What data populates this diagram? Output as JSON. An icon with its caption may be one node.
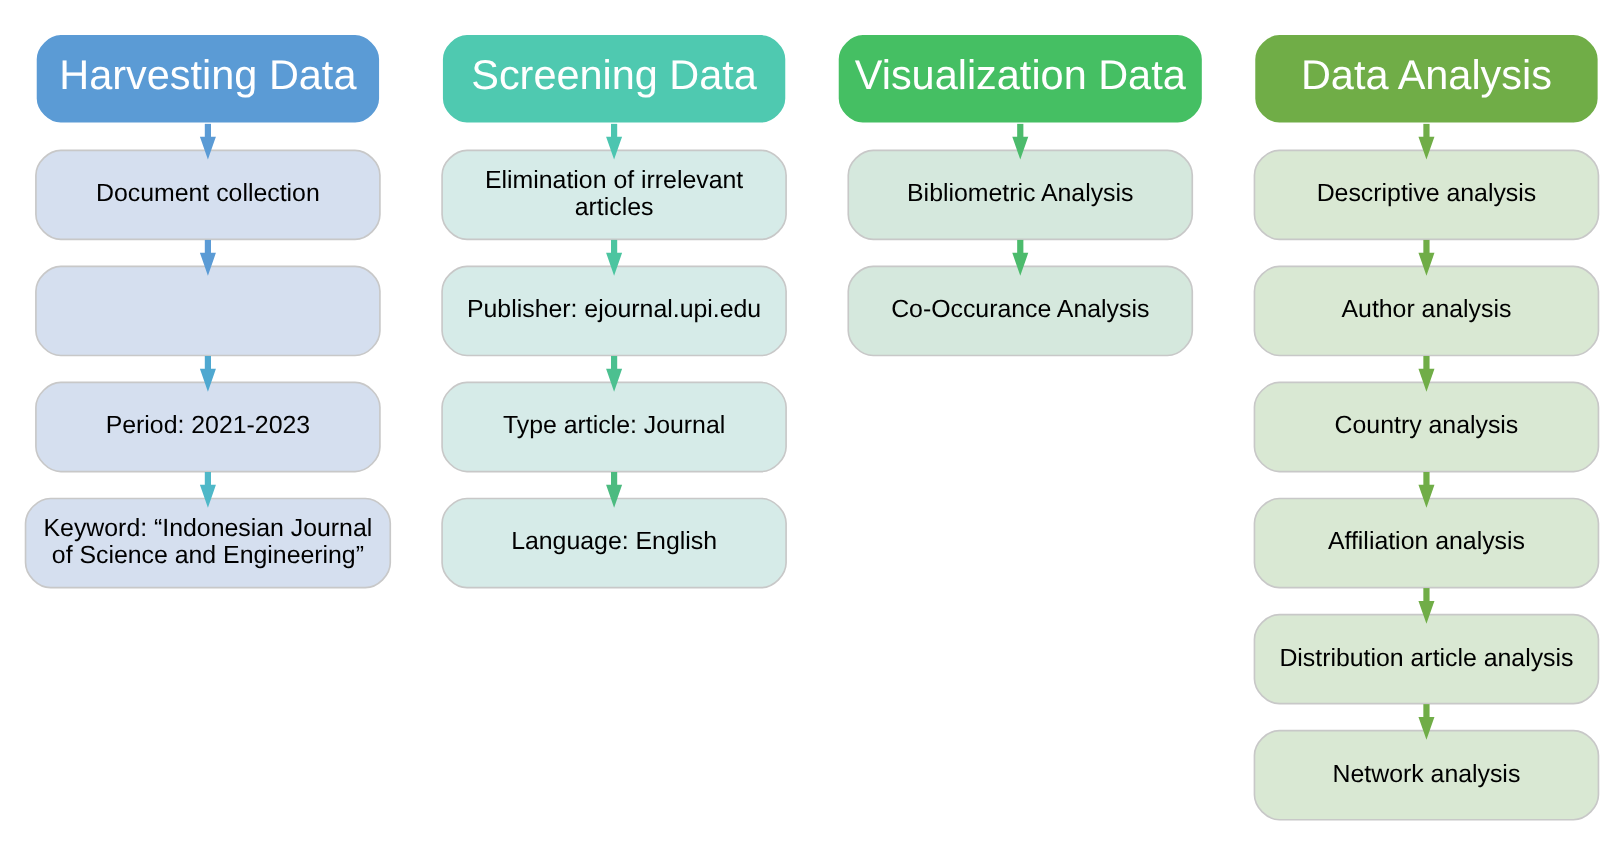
{
  "diagram": {
    "nodes": [
      {
        "text": [
          "Harvesting Data"
        ]
      },
      {
        "text": [
          "Document collection"
        ]
      },
      {
        "text": [],
        "shape": "box"
      },
      {
        "text": [
          "Period: 2021-2023"
        ]
      },
      {
        "text": [
          "Keyword: “Indonesian Journal of Science and Engineering”"
        ]
      },
      {
        "text": [
          "Screening Data"
        ]
      },
      {
        "text": [
          "Elimination of irrelevant articles"
        ]
      },
      {
        "text": [
          "Publisher: ejournal.upi.edu"
        ]
      },
      {
        "text": [
          "Type article: Journal"
        ]
      },
      {
        "text": [
          "Language: English"
        ]
      },
      {
        "text": [
          "Visualization Data"
        ]
      },
      {
        "text": [
          "Bibliometric Analysis"
        ]
      },
      {
        "text": [
          "Co-Occurance Analysis"
        ]
      },
      {
        "text": [
          "Data Analysis"
        ]
      },
      {
        "text": [
          "Descriptive analysis"
        ]
      },
      {
        "text": [
          "Author analysis"
        ]
      },
      {
        "text": [
          "Country analysis"
        ]
      },
      {
        "text": [
          "Affiliation analysis"
        ]
      },
      {
        "text": [
          "Distribution article analysis"
        ]
      },
      {
        "text": [
          "Network analysis"
        ]
      }
    ],
    "edges": [
      {
        "from": 0,
        "to": 1,
        "arrow": "to",
        "color": "#5b9bd5"
      },
      {
        "from": 1,
        "to": 2,
        "arrow": "to",
        "color": "#5b9bd5"
      },
      {
        "from": 2,
        "to": 3,
        "arrow": "to",
        "color": "#4fa8d0"
      },
      {
        "from": 3,
        "to": 4,
        "arrow": "to",
        "color": "#4fb8c8"
      },
      {
        "from": 5,
        "to": 6,
        "arrow": "to",
        "color": "#4cc5b0"
      },
      {
        "from": 6,
        "to": 7,
        "arrow": "to",
        "color": "#4cc5a0"
      },
      {
        "from": 7,
        "to": 8,
        "arrow": "to",
        "color": "#4cc090"
      },
      {
        "from": 8,
        "to": 9,
        "arrow": "to",
        "color": "#4cbb80"
      },
      {
        "from": 10,
        "to": 11,
        "arrow": "to",
        "color": "#4cbb6c"
      },
      {
        "from": 11,
        "to": 12,
        "arrow": "to",
        "color": "#4cbb6c"
      },
      {
        "from": 13,
        "to": 14,
        "arrow": "to",
        "color": "#70ad47"
      },
      {
        "from": 14,
        "to": 15,
        "arrow": "to",
        "color": "#70ad47"
      },
      {
        "from": 15,
        "to": 16,
        "arrow": "to",
        "color": "#70ad47"
      },
      {
        "from": 16,
        "to": 17,
        "arrow": "to",
        "color": "#70ad47"
      },
      {
        "from": 17,
        "to": 18,
        "arrow": "to",
        "color": "#70ad47"
      },
      {
        "from": 18,
        "to": 19,
        "arrow": "to",
        "color": "#70ad47"
      }
    ]
  }
}
